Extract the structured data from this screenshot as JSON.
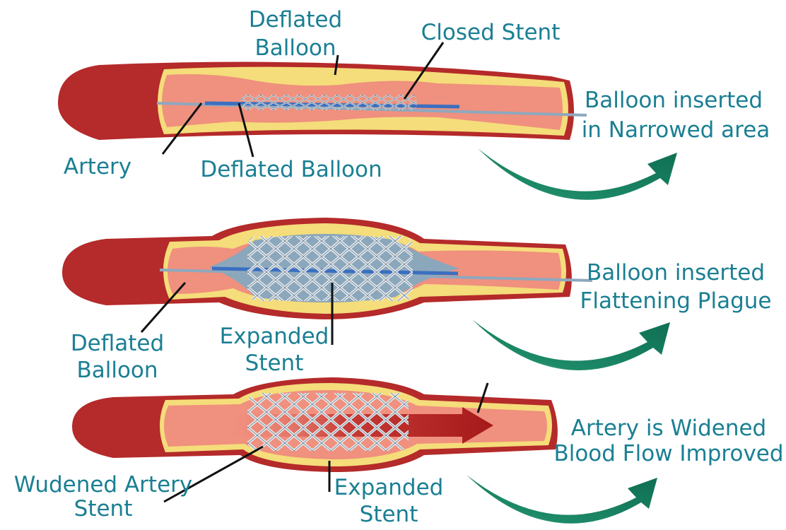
{
  "colors": {
    "artery_outer": "#b52a2a",
    "artery_wall": "#f4dd7a",
    "lumen": "#f0907e",
    "plaque": "#f7d46a",
    "balloon": "#8ba7bb",
    "stent": "#e8eef3",
    "label": "#1a7f93",
    "arrow": "#137a5c",
    "flow_arrow": "#a5191b"
  },
  "icons": [
    "curved-progress-arrow",
    "blood-flow-arrow"
  ],
  "panels": [
    {
      "labels": {
        "top_a": "Deflated",
        "top_b": "Balloon",
        "stent": "Closed Stent",
        "artery": "Artery",
        "balloon_bottom": "Deflated Balloon"
      },
      "caption": [
        "Balloon inserted",
        "in Narrowed area"
      ]
    },
    {
      "labels": {
        "left_a": "Deflated",
        "left_b": "Balloon",
        "stent_a": "Expanded",
        "stent_b": "Stent"
      },
      "caption": [
        "Balloon inserted",
        "Flattening Plague"
      ]
    },
    {
      "labels": {
        "left_a": "Wudened Artery",
        "left_b": "Stent",
        "stent_a": "Expanded",
        "stent_b": "Stent"
      },
      "caption": [
        "Artery is Widened",
        "Blood Flow Improved"
      ]
    }
  ]
}
